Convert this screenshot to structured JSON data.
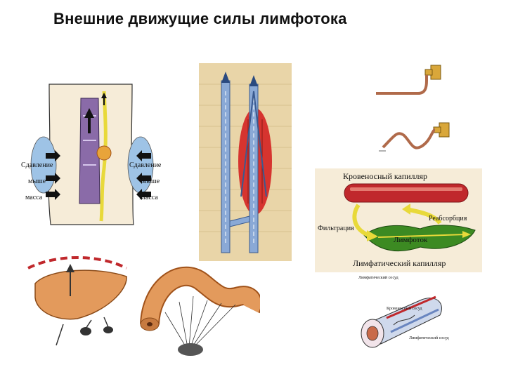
{
  "slide": {
    "title": "Внешние движущие силы лимфотока"
  },
  "muscle_panel": {
    "left_labels": [
      "Сдавление",
      "мыше",
      "масса"
    ],
    "right_labels": [
      "Сдавление",
      "мыше",
      "Масса"
    ]
  },
  "capillary_panel": {
    "blood_capillary": "Кровеносный капилляр",
    "reabsorption": "Реабсорбция",
    "filtration": "Фильтрация",
    "lymph_flow": "Лимфоток",
    "lymph_capillary": "Лимфатический капилляр"
  },
  "vessel_panel": {
    "top_label": "Лимфатический сосуд",
    "middle_label": "Кровеносный сосуд",
    "bottom_label": "Лимфатический сосуд"
  },
  "colors": {
    "blood_red": "#c0282c",
    "lymph_green": "#3c8a22",
    "arrow_yellow": "#e8d93a",
    "panel_beige": "#f6ecd8",
    "tan_background": "#e9d5a8"
  }
}
